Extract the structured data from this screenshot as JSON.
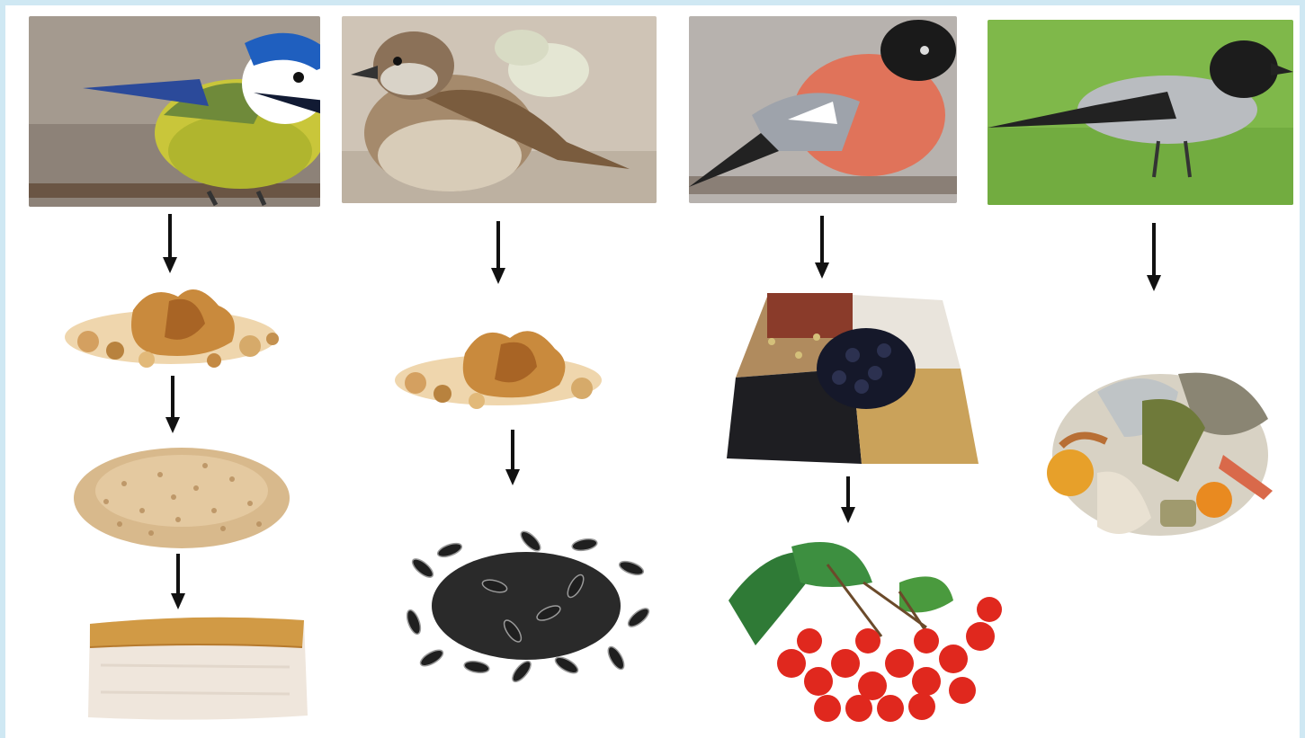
{
  "colors": {
    "frame": "#cfe8f3",
    "arrow": "#111111",
    "bg": "#ffffff"
  },
  "columns": [
    {
      "bird": "blue-tit",
      "chain": [
        "bread-crumbs",
        "millet-grain",
        "lard"
      ]
    },
    {
      "bird": "sparrow",
      "chain": [
        "bread-crumbs",
        "sunflower-seeds"
      ]
    },
    {
      "bird": "bullfinch",
      "chain": [
        "mixed-seeds",
        "rowan-berries"
      ]
    },
    {
      "bird": "hooded-crow",
      "chain": [
        "food-scraps"
      ]
    }
  ]
}
